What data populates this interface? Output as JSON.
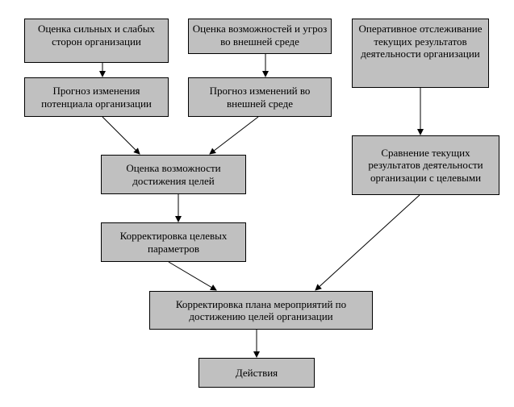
{
  "diagram": {
    "nodes": {
      "strengths": "Оценка сильных и слабых сторон организации",
      "opportunities": "Оценка возможностей и угроз во внешней среде",
      "monitoring": "Оперативное отслеживание текущих результатов деятельности организации",
      "potential_forecast": "Прогноз изменения потенциала организации",
      "external_forecast": "Прогноз изменений во внешней среде",
      "goal_feasibility": "Оценка возможности достижения целей",
      "comparison": "Сравнение текущих результатов деятельности организации с целевыми",
      "target_adjustment": "Корректировка целевых параметров",
      "plan_adjustment": "Корректировка плана мероприятий по достижению целей организации",
      "actions": "Действия"
    },
    "edges": [
      [
        "strengths",
        "potential_forecast"
      ],
      [
        "opportunities",
        "external_forecast"
      ],
      [
        "monitoring",
        "comparison"
      ],
      [
        "potential_forecast",
        "goal_feasibility"
      ],
      [
        "external_forecast",
        "goal_feasibility"
      ],
      [
        "goal_feasibility",
        "target_adjustment"
      ],
      [
        "target_adjustment",
        "plan_adjustment"
      ],
      [
        "comparison",
        "plan_adjustment"
      ],
      [
        "plan_adjustment",
        "actions"
      ]
    ]
  }
}
